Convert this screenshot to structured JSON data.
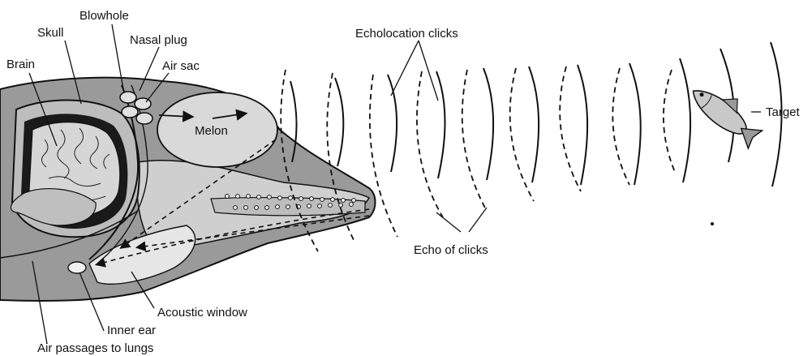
{
  "labels": {
    "blowhole": "Blowhole",
    "skull": "Skull",
    "nasal_plug": "Nasal plug",
    "brain": "Brain",
    "air_sac": "Air sac",
    "melon": "Melon",
    "echolocation_clicks": "Echolocation clicks",
    "target": "Target",
    "echo_of_clicks": "Echo of clicks",
    "acoustic_window": "Acoustic window",
    "inner_ear": "Inner ear",
    "air_passages": "Air passages to lungs"
  },
  "colors": {
    "ink": "#111111",
    "head_fill": "#9a9a9a",
    "tissue_light": "#cfcfcf",
    "melon_fill": "#d9d9d9",
    "window_fill": "#e6e6e6"
  }
}
